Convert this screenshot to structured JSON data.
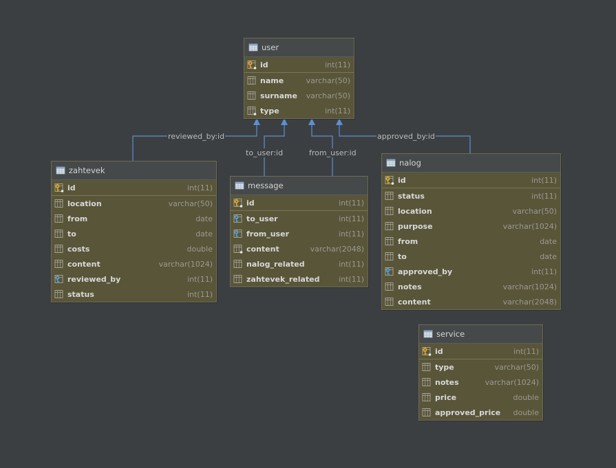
{
  "relations": [
    {
      "label": "reviewed_by:id"
    },
    {
      "label": "to_user:id"
    },
    {
      "label": "from_user:id"
    },
    {
      "label": "approved_by:id"
    }
  ],
  "tables": {
    "user": {
      "name": "user",
      "columns": [
        {
          "name": "id",
          "type": "int(11)",
          "kind": "pk"
        },
        {
          "name": "name",
          "type": "varchar(50)",
          "kind": "col"
        },
        {
          "name": "surname",
          "type": "varchar(50)",
          "kind": "col"
        },
        {
          "name": "type",
          "type": "int(11)",
          "kind": "col-dot"
        }
      ]
    },
    "zahtevek": {
      "name": "zahtevek",
      "columns": [
        {
          "name": "id",
          "type": "int(11)",
          "kind": "pk"
        },
        {
          "name": "location",
          "type": "varchar(50)",
          "kind": "col"
        },
        {
          "name": "from",
          "type": "date",
          "kind": "col"
        },
        {
          "name": "to",
          "type": "date",
          "kind": "col"
        },
        {
          "name": "costs",
          "type": "double",
          "kind": "col"
        },
        {
          "name": "content",
          "type": "varchar(1024)",
          "kind": "col"
        },
        {
          "name": "reviewed_by",
          "type": "int(11)",
          "kind": "fk"
        },
        {
          "name": "status",
          "type": "int(11)",
          "kind": "col"
        }
      ]
    },
    "message": {
      "name": "message",
      "columns": [
        {
          "name": "id",
          "type": "int(11)",
          "kind": "pk"
        },
        {
          "name": "to_user",
          "type": "int(11)",
          "kind": "fk"
        },
        {
          "name": "from_user",
          "type": "int(11)",
          "kind": "fk"
        },
        {
          "name": "content",
          "type": "varchar(2048)",
          "kind": "col-dot"
        },
        {
          "name": "nalog_related",
          "type": "int(11)",
          "kind": "col"
        },
        {
          "name": "zahtevek_related",
          "type": "int(11)",
          "kind": "col"
        }
      ]
    },
    "nalog": {
      "name": "nalog",
      "columns": [
        {
          "name": "id",
          "type": "int(11)",
          "kind": "pk"
        },
        {
          "name": "status",
          "type": "int(11)",
          "kind": "col"
        },
        {
          "name": "location",
          "type": "varchar(50)",
          "kind": "col"
        },
        {
          "name": "purpose",
          "type": "varchar(1024)",
          "kind": "col"
        },
        {
          "name": "from",
          "type": "date",
          "kind": "col"
        },
        {
          "name": "to",
          "type": "date",
          "kind": "col"
        },
        {
          "name": "approved_by",
          "type": "int(11)",
          "kind": "fk"
        },
        {
          "name": "notes",
          "type": "varchar(1024)",
          "kind": "col"
        },
        {
          "name": "content",
          "type": "varchar(2048)",
          "kind": "col"
        }
      ]
    },
    "service": {
      "name": "service",
      "columns": [
        {
          "name": "id",
          "type": "int(11)",
          "kind": "pk"
        },
        {
          "name": "type",
          "type": "varchar(50)",
          "kind": "col"
        },
        {
          "name": "notes",
          "type": "varchar(1024)",
          "kind": "col"
        },
        {
          "name": "price",
          "type": "double",
          "kind": "col"
        },
        {
          "name": "approved_price",
          "type": "double",
          "kind": "col"
        }
      ]
    }
  },
  "colors": {
    "background": "#3c3f41",
    "table_body": "#595539",
    "table_header": "#45494a",
    "link": "#5b8fd6",
    "pk_key": "#d9a531",
    "fk_key": "#5b9bc8"
  }
}
